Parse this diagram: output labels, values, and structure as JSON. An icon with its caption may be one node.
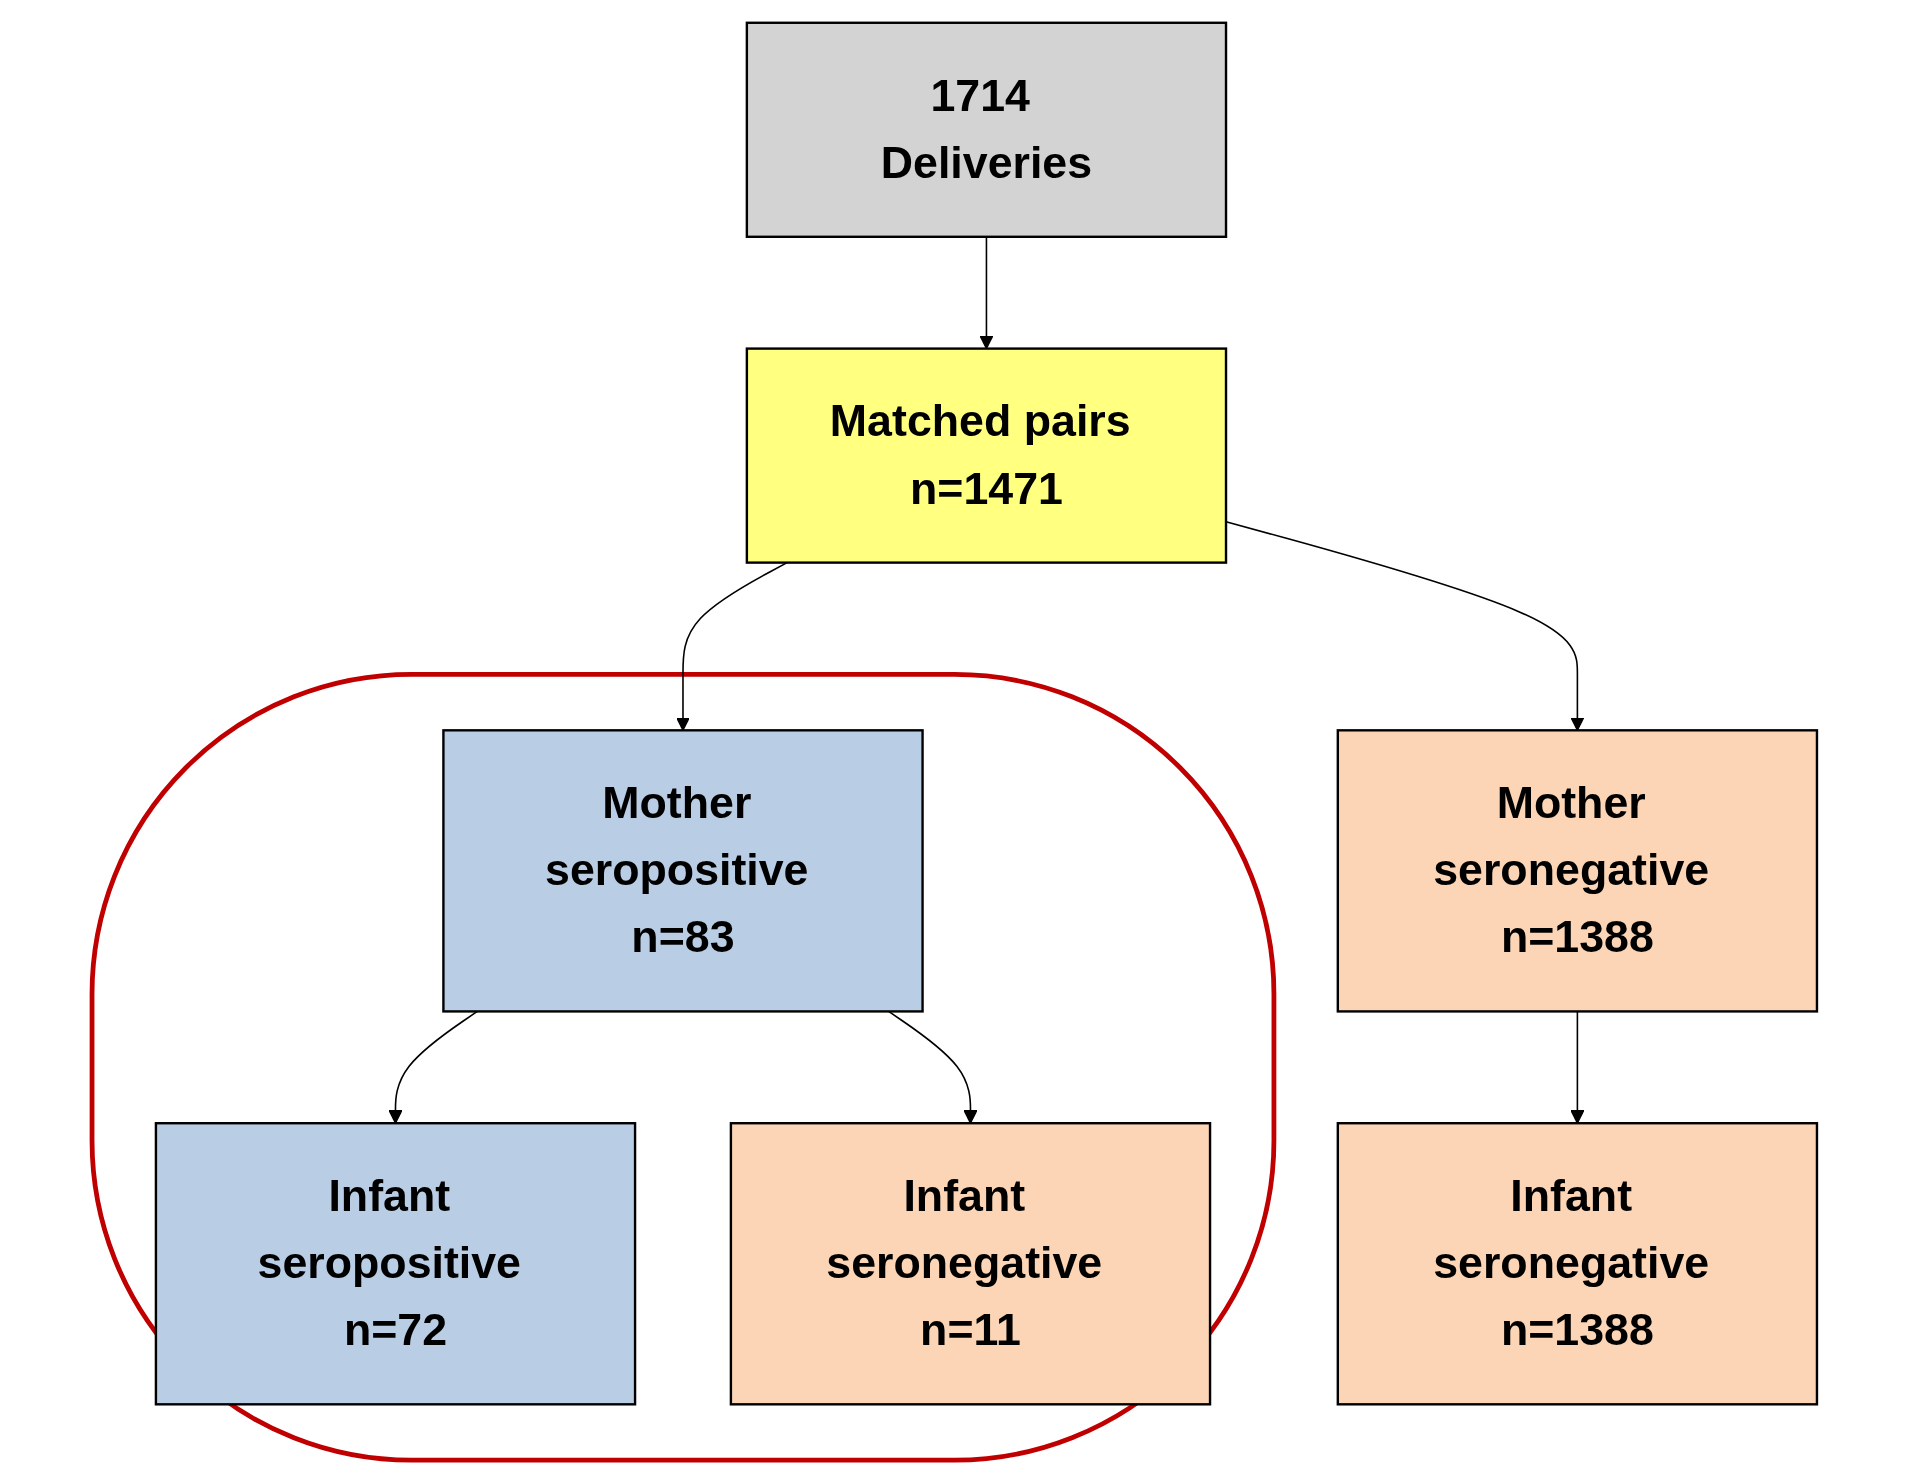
{
  "diagram": {
    "nodes": [
      {
        "text": [
          "1714 Deliveries"
        ]
      },
      {
        "text": [
          "Matched pairs n=1471"
        ]
      },
      {
        "text": [
          "Mother seronegative n=1388"
        ]
      },
      {
        "text": [],
        "shape": "ellipse"
      },
      {
        "text": [
          "Mother seropositive n=83"
        ],
        "in": 3
      },
      {
        "text": [
          "Infant seronegative n=1388"
        ]
      },
      {
        "text": [
          "Infant seropositive n=72"
        ],
        "in": 3
      },
      {
        "text": [
          "Infant seronegative n=11"
        ],
        "in": 3
      }
    ],
    "edges": [
      {
        "from": 0,
        "to": 1,
        "arrow": "to"
      },
      {
        "from": 1,
        "to": 2,
        "arrow": "to"
      },
      {
        "from": 1,
        "to": 4,
        "arrow": "to"
      },
      {
        "from": 2,
        "to": 5,
        "arrow": "to"
      },
      {
        "from": 4,
        "to": 6,
        "arrow": "to"
      },
      {
        "from": 4,
        "to": 7,
        "arrow": "to"
      }
    ]
  }
}
